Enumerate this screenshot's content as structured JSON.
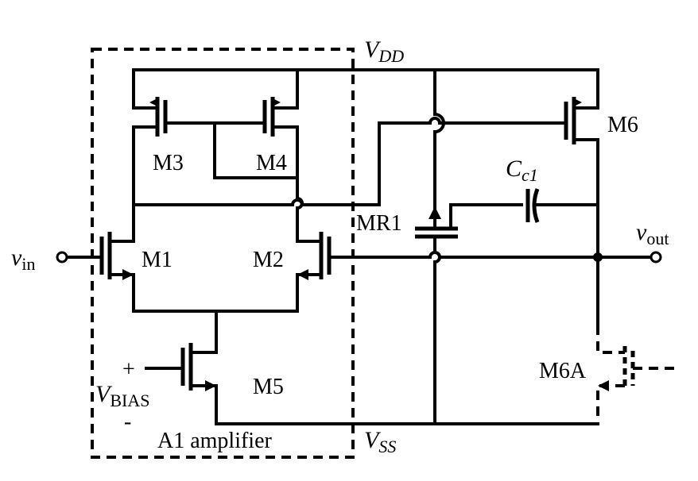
{
  "rails": {
    "vdd": {
      "main": "V",
      "sub": "DD"
    },
    "vss": {
      "main": "V",
      "sub": "SS"
    }
  },
  "ports": {
    "vin": {
      "main": "v",
      "sub": "in"
    },
    "vout": {
      "main": "v",
      "sub": "out"
    }
  },
  "bias": {
    "main": "V",
    "sub": "BIAS",
    "plus": "+",
    "minus": "-"
  },
  "transistors": {
    "m1": "M1",
    "m2": "M2",
    "m3": "M3",
    "m4": "M4",
    "m5": "M5",
    "m6": "M6",
    "m6a": "M6A",
    "mr1": "MR1"
  },
  "capacitor": {
    "main": "C",
    "sub": "c1"
  },
  "block": {
    "label": "A1 amplifier"
  }
}
